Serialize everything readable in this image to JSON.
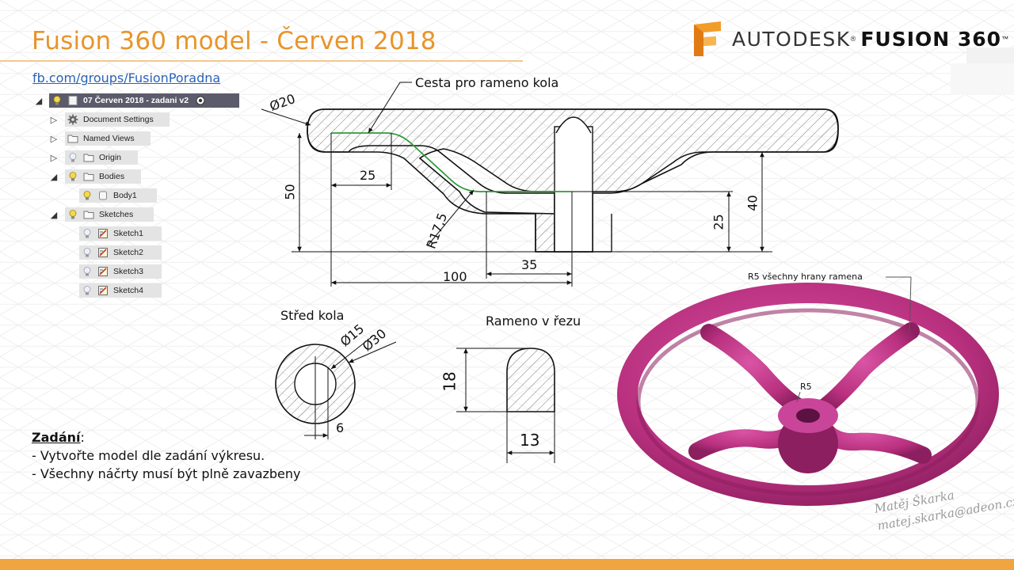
{
  "slide": {
    "title": "Fusion 360 model - Červen 2018",
    "fb_link": "fb.com/groups/FusionPoradna",
    "accent_color": "#e8942a",
    "bottom_bar_color": "#f0a540"
  },
  "brand": {
    "autodesk": "AUTODESK",
    "autodesk_mark": "®",
    "product": "FUSION 360",
    "product_mark": "™",
    "logo_icon": "fusion-f-logo-icon"
  },
  "browser": {
    "root": {
      "label": "07 Červen 2018 - zadani v2",
      "toggle": "◢"
    },
    "items": [
      {
        "label": "Document Settings",
        "icon": "gear-icon",
        "toggle": "▷"
      },
      {
        "label": "Named Views",
        "icon": "folder-icon",
        "toggle": "▷"
      },
      {
        "label": "Origin",
        "icon": "folder-icon",
        "toggle": "▷"
      },
      {
        "label": "Bodies",
        "icon": "folder-icon",
        "toggle": "◢"
      },
      {
        "label": "Body1",
        "icon": "body-icon",
        "toggle": ""
      },
      {
        "label": "Sketches",
        "icon": "folder-icon",
        "toggle": "◢"
      },
      {
        "label": "Sketch1",
        "icon": "sketch-icon",
        "toggle": ""
      },
      {
        "label": "Sketch2",
        "icon": "sketch-icon",
        "toggle": ""
      },
      {
        "label": "Sketch3",
        "icon": "sketch-icon",
        "toggle": ""
      },
      {
        "label": "Sketch4",
        "icon": "sketch-icon",
        "toggle": ""
      }
    ]
  },
  "drawing": {
    "path_label": "Cesta pro rameno kola",
    "hub_label": "Střed kola",
    "section_label": "Rameno v řezu",
    "fillet_note": "R5 všechny hrany ramena",
    "fillet_note_small": "R5",
    "dimensions": {
      "rim_diameter": "Ø20",
      "height_total": "50",
      "offset_25": "25",
      "radius": "R17,5",
      "length_100": "100",
      "length_35": "35",
      "hub_height_25": "25",
      "hub_height_40": "40",
      "hub_inner": "Ø15",
      "hub_outer": "Ø30",
      "key_6": "6",
      "section_height": "18",
      "section_width": "13"
    },
    "model_color": "#b8307e"
  },
  "task": {
    "title": "Zadání",
    "title_suffix": ":",
    "lines": [
      "- Vytvořte model dle zadání výkresu.",
      "- Všechny náčrty musí být plně zavazbeny"
    ]
  },
  "signature": {
    "name": "Matěj Škarka",
    "email": "matej.skarka@adeon.cz"
  }
}
